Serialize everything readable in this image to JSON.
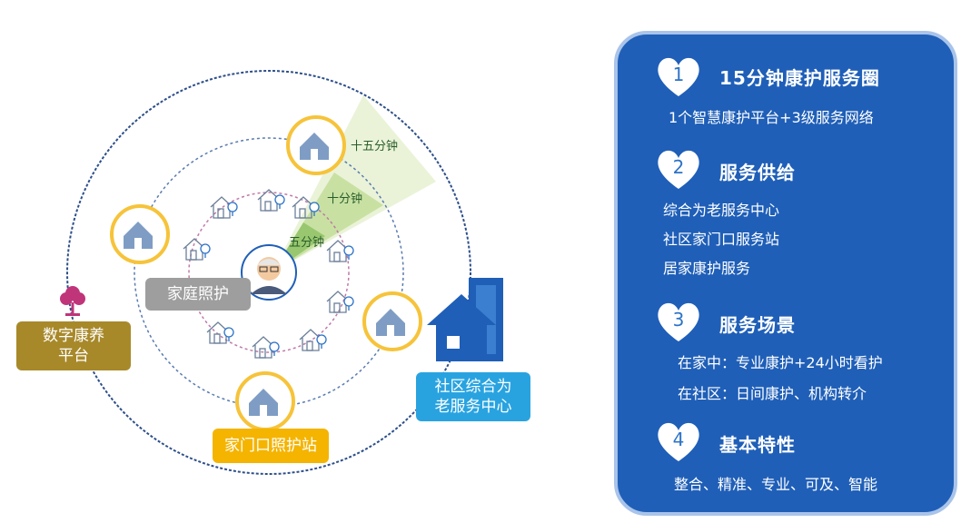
{
  "diagram": {
    "time_labels": [
      "十五分钟",
      "十分钟",
      "五分钟"
    ],
    "family_care": "家庭照护",
    "doorstep_station": "家门口照护站",
    "digital_platform": [
      "数字康养",
      "平台"
    ],
    "community_center": [
      "社区综合为",
      "老服务中心"
    ]
  },
  "panel": {
    "sections": [
      {
        "num": "1",
        "title": "15分钟康护服务圈",
        "lines": [
          "1个智慧康护平台+3级服务网络"
        ]
      },
      {
        "num": "2",
        "title": "服务供给",
        "lines": [
          "综合为老服务中心",
          "社区家门口服务站",
          "居家康护服务"
        ]
      },
      {
        "num": "3",
        "title": "服务场景",
        "lines": [
          "在家中：专业康护+24小时看护",
          "在社区：日间康护、机构转介"
        ]
      },
      {
        "num": "4",
        "title": "基本特性",
        "lines": [
          "整合、精准、专业、可及、智能"
        ]
      }
    ]
  },
  "colors": {
    "panel_bg": "#1f5fb8",
    "gold_ring": "#f6c33a",
    "platform_box": "#a8892a",
    "family_box": "#9e9e9e",
    "station_box": "#f4b400",
    "center_box": "#29a3e0"
  }
}
